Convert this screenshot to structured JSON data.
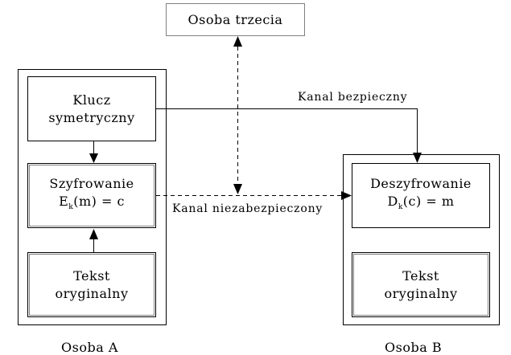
{
  "diagram": {
    "third_party": "Osoba trzecia",
    "person_a": {
      "caption": "Osoba A",
      "key_line1": "Klucz",
      "key_line2": "symetryczny",
      "encrypt_line1": "Szyfrowanie",
      "encrypt_formula": "E",
      "encrypt_sub": "k",
      "encrypt_rest": "(m) = c",
      "text_line1": "Tekst",
      "text_line2": "oryginalny"
    },
    "person_b": {
      "caption": "Osoba B",
      "decrypt_line1": "Deszyfrowanie",
      "decrypt_formula": "D",
      "decrypt_sub": "k",
      "decrypt_rest": "(c) = m",
      "text_line1": "Tekst",
      "text_line2": "oryginalny"
    },
    "secure_channel": "Kanal bezpieczny",
    "insecure_channel": "Kanal niezabezpieczony"
  }
}
